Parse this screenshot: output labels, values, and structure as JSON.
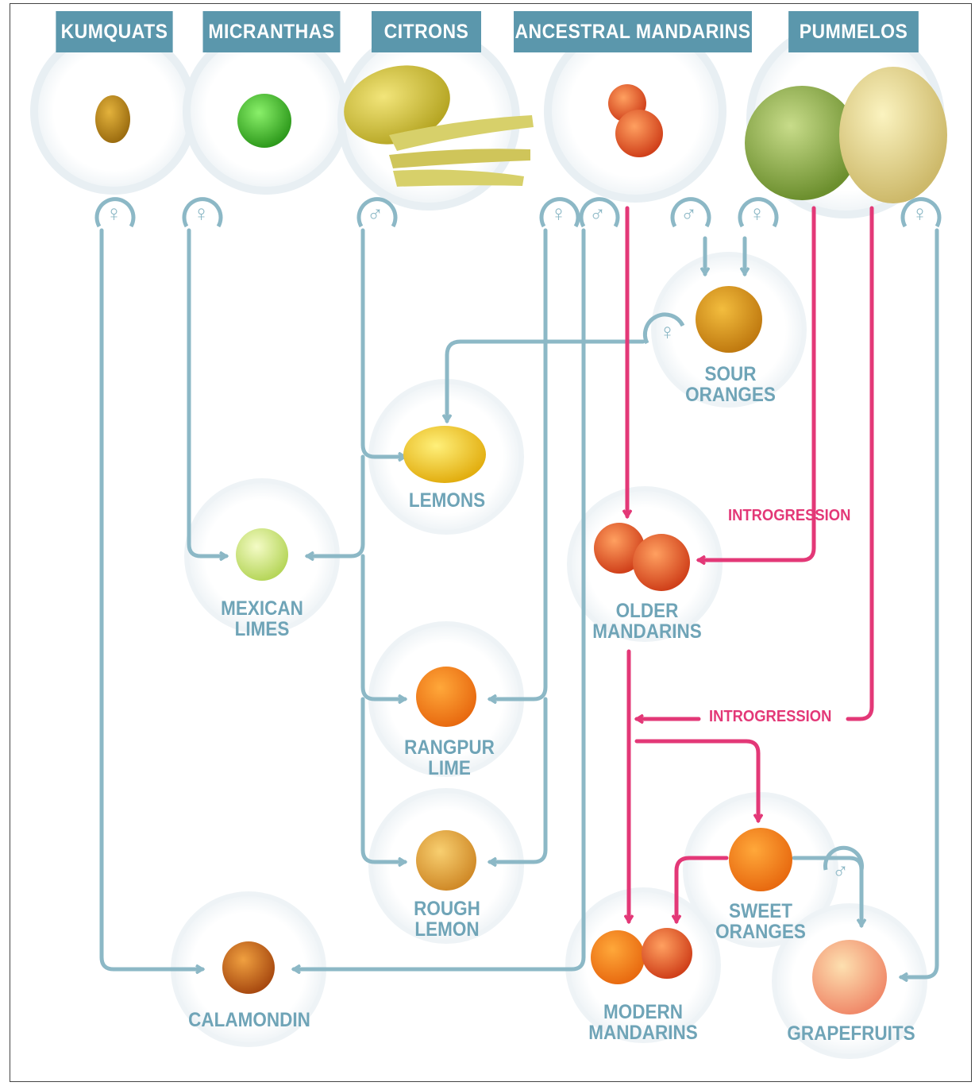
{
  "headers": {
    "kumquats": "KUMQUATS",
    "micranthas": "MICRANTHAS",
    "citrons": "CITRONS",
    "ancestral_mandarins": "ANCESTRAL MANDARINS",
    "pummelos": "PUMMELOS"
  },
  "nodes": {
    "sour_oranges": [
      "SOUR",
      "ORANGES"
    ],
    "lemons": [
      "LEMONS"
    ],
    "mexican_limes": [
      "MEXICAN",
      "LIMES"
    ],
    "older_mandarins": [
      "OLDER",
      "MANDARINS"
    ],
    "rangpur_lime": [
      "RANGPUR",
      "LIME"
    ],
    "rough_lemon": [
      "ROUGH",
      "LEMON"
    ],
    "calamondin": [
      "CALAMONDIN"
    ],
    "modern_mandarins": [
      "MODERN",
      "MANDARINS"
    ],
    "sweet_oranges": [
      "SWEET",
      "ORANGES"
    ],
    "grapefruits": [
      "GRAPEFRUITS"
    ]
  },
  "annotations": {
    "introgression_1": "INTROGRESSION",
    "introgression_2": "INTROGRESSION"
  },
  "colors": {
    "header_bg": "#5b97ac",
    "label": "#6fa4b7",
    "parent_line": "#8cb8c6",
    "introgression_line": "#e33877"
  },
  "symbols": {
    "female": "♀",
    "male": "♂"
  }
}
